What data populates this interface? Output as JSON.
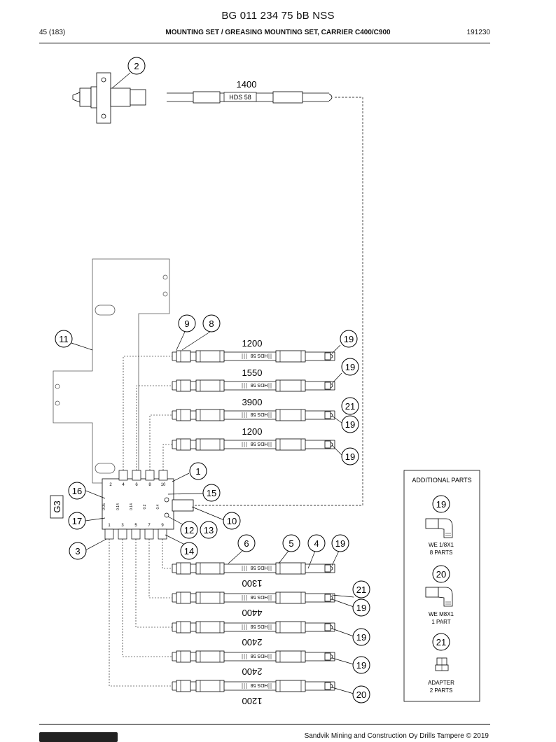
{
  "header": {
    "title": "BG 011 234 75 bB NSS",
    "page": "45 (183)",
    "subtitle": "MOUNTING SET / GREASING MOUNTING SET, CARRIER C400/C900",
    "doc_number": "191230"
  },
  "footer": {
    "copyright": "Sandvik Mining and Construction Oy Drills Tampere © 2019"
  },
  "diagram": {
    "group_label": "G3",
    "hose_marking": "HDS 58",
    "top_hose_length": "1400",
    "upper_hoses": [
      "1200",
      "1550",
      "3900",
      "1200"
    ],
    "lower_hoses": [
      "1300",
      "4400",
      "2400",
      "2400",
      "1200"
    ],
    "balloons": {
      "b1": "1",
      "b2": "2",
      "b3": "3",
      "b4": "4",
      "b5": "5",
      "b6": "6",
      "b8": "8",
      "b9": "9",
      "b10": "10",
      "b11": "11",
      "b12": "12",
      "b13": "13",
      "b14": "14",
      "b15": "15",
      "b16": "16",
      "b17": "17",
      "b19": "19",
      "b20": "20",
      "b21": "21"
    },
    "distributor_top_ports": [
      "2",
      "4",
      "6",
      "8",
      "10"
    ],
    "distributor_bottom_ports": [
      "1",
      "3",
      "5",
      "7",
      "9"
    ],
    "distributor_values": [
      "0.05",
      "0.14",
      "0.14",
      "0.2",
      "0.4"
    ],
    "additional_parts": {
      "title": "ADDITIONAL PARTS",
      "items": [
        {
          "balloon": "19",
          "name": "WE 1/8X1",
          "qty": "8 PARTS"
        },
        {
          "balloon": "20",
          "name": "WE M8X1",
          "qty": "1 PART"
        },
        {
          "balloon": "21",
          "name": "ADAPTER",
          "qty": "2 PARTS"
        }
      ]
    }
  }
}
